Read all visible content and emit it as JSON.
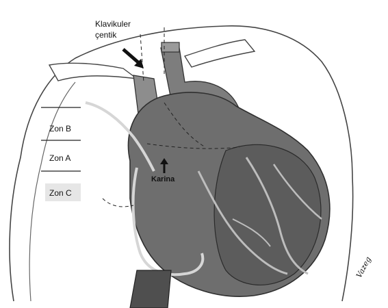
{
  "labels": {
    "clavicular_notch_line1": "Klavikuler",
    "clavicular_notch_line2": "çentik",
    "zone_b": "Zon B",
    "zone_a": "Zon A",
    "zone_c": "Zon C",
    "carina": "Karina",
    "signature": "Vazeg"
  },
  "colors": {
    "outline": "#333333",
    "heart_fill": "#7a7a7a",
    "heart_dark": "#4a4a4a",
    "vessel_light": "#d8d8d8",
    "background": "#ffffff"
  }
}
